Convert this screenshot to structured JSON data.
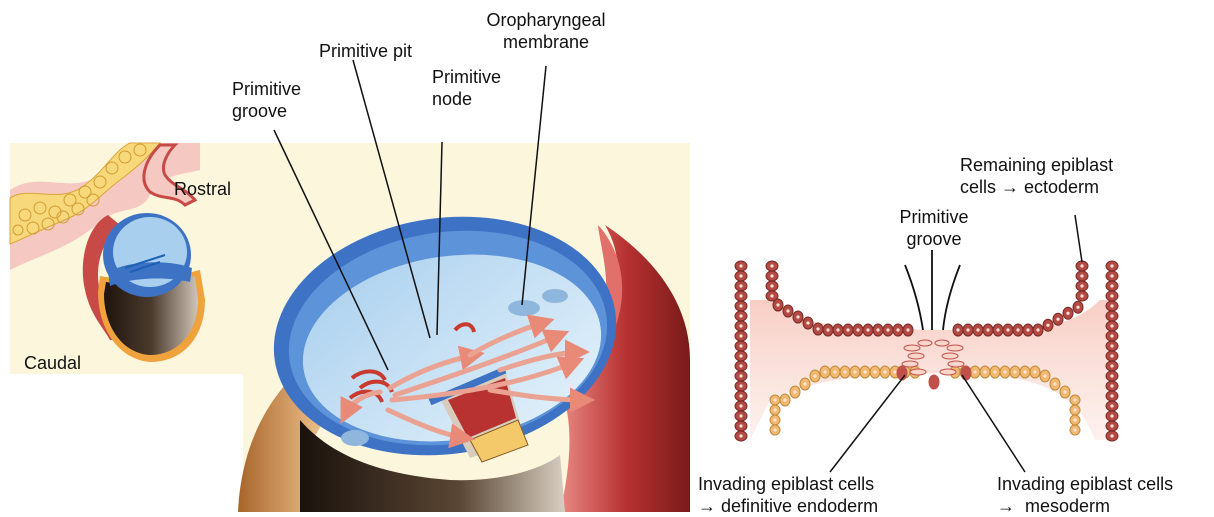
{
  "labels": {
    "oropharyngeal_membrane": "Oropharyngeal\nmembrane",
    "primitive_pit": "Primitive pit",
    "primitive_node": "Primitive\nnode",
    "primitive_groove_left": "Primitive\ngroove",
    "rostral": "Rostral",
    "caudal": "Caudal",
    "remaining_epiblast": "Remaining epiblast\ncells → ectoderm",
    "primitive_groove_right": "Primitive\ngroove",
    "invading_endoderm": "Invading epiblast cells\n→ definitive endoderm",
    "invading_mesoderm": "Invading epiblast cells\n→  mesoderm"
  },
  "colors": {
    "panel_background": "#fbf6dc",
    "amnion_blue": "#3d72c4",
    "disc_light_blue": "#c8e2f5",
    "yolk_sac_dark": "#2a1d14",
    "tissue_red": "#b83232",
    "ectoderm_cells": "#b44a44",
    "endoderm_cells": "#f0b870",
    "mesoderm_pink": "#f7c8bd"
  }
}
